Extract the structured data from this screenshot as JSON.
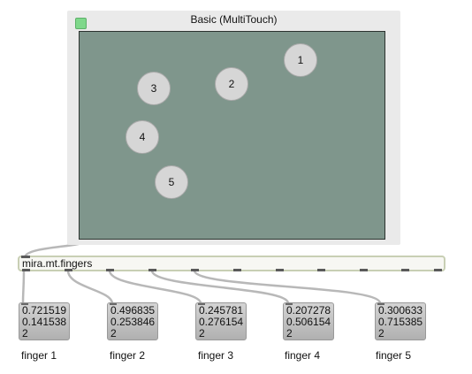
{
  "panel": {
    "title": "Basic (MultiTouch)"
  },
  "touch_circles": [
    "1",
    "2",
    "3",
    "4",
    "5"
  ],
  "object": {
    "label": "mira.mt.fingers"
  },
  "outputs": [
    {
      "l1": "0.721519",
      "l2": "0.141538",
      "l3": "2",
      "label": "finger 1"
    },
    {
      "l1": "0.496835",
      "l2": "0.253846",
      "l3": "2",
      "label": "finger 2"
    },
    {
      "l1": "0.245781",
      "l2": "0.276154",
      "l3": "2",
      "label": "finger 3"
    },
    {
      "l1": "0.207278",
      "l2": "0.506154",
      "l3": "2",
      "label": "finger 4"
    },
    {
      "l1": "0.300633",
      "l2": "0.715385",
      "l3": "2",
      "label": "finger 5"
    }
  ],
  "colors": {
    "touch_area": "#7f968c",
    "status": "#7fd88b",
    "object_border": "#c8cfb4"
  }
}
